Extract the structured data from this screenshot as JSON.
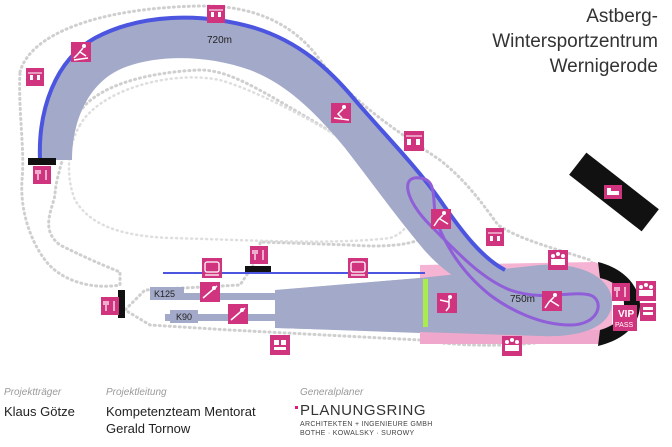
{
  "title": {
    "line1": "Astberg-",
    "line2": "Wintersportzentrum",
    "line3": "Wernigerode"
  },
  "labels": {
    "track_upper": "720m",
    "track_lower": "750m",
    "k125": "K125",
    "k90": "K90",
    "vip_line1": "VIP",
    "vip_line2": "PASS"
  },
  "credits": {
    "traeger_label": "Projektträger",
    "traeger_name": "Klaus Götze",
    "leitung_label": "Projektleitung",
    "leitung_name1": "Kompetenzteam Mentorat",
    "leitung_name2": "Gerald Tornow",
    "planer_label": "Generalplaner",
    "planer_name": "PLANUNGSRING",
    "planer_sub1": "ARCHITEKTEN + INGENIEURE GMBH",
    "planer_sub2": "BOTHE · KOWALSKY · SUROWY"
  },
  "colors": {
    "track_fill": "#a3a9c8",
    "track_edge": "#4b55e0",
    "loop_line": "#8f5ed8",
    "dotted_outline": "#d0d0d0",
    "pink_area": "#f5b4d4",
    "icon_magenta": "#d1347f",
    "green_bar": "#a8ec4e",
    "dark": "#111111"
  },
  "icons": [
    {
      "name": "ski-lift-icon"
    },
    {
      "name": "cable-car-icon"
    },
    {
      "name": "cross-country-skier-icon"
    },
    {
      "name": "restaurant-icon"
    },
    {
      "name": "downhill-skier-icon"
    },
    {
      "name": "gondola-icon"
    },
    {
      "name": "skating-skier-icon"
    },
    {
      "name": "lift-icon"
    },
    {
      "name": "tram-icon"
    },
    {
      "name": "biathlon-shooting-icon"
    },
    {
      "name": "ski-jump-icon"
    },
    {
      "name": "spectators-icon"
    },
    {
      "name": "vip-pass-icon"
    },
    {
      "name": "bed-icon"
    },
    {
      "name": "office-icon"
    }
  ]
}
